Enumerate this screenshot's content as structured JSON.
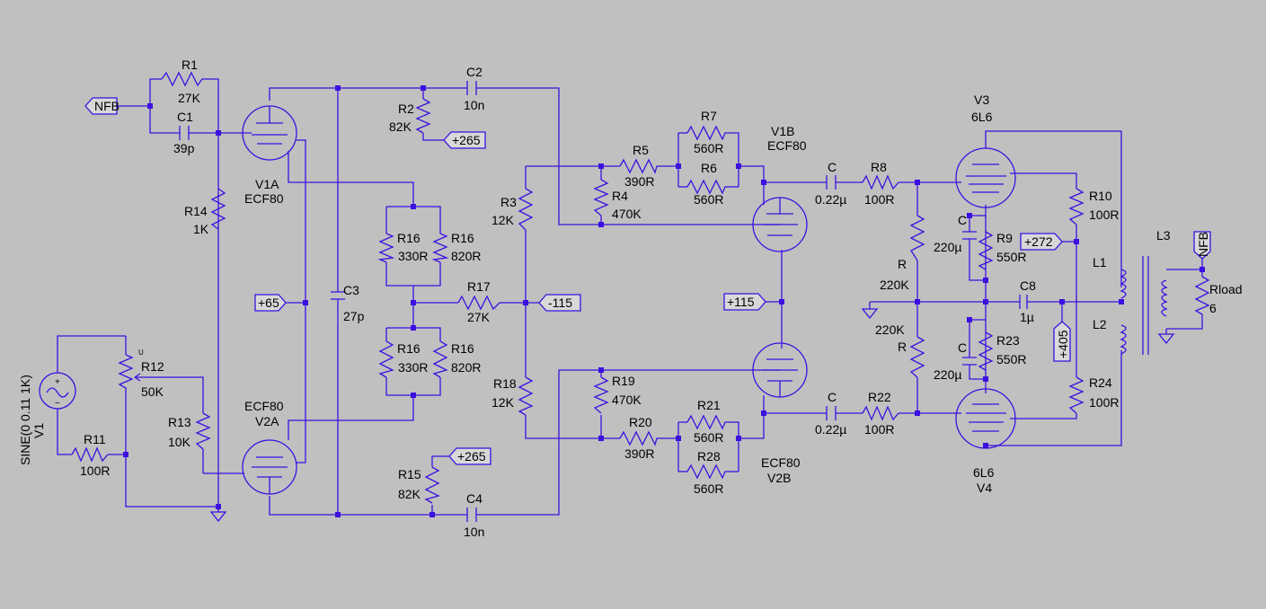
{
  "schematic": {
    "components": [
      {
        "id": "R1",
        "value": "27K"
      },
      {
        "id": "C1",
        "value": "39p"
      },
      {
        "id": "R14",
        "value": "1K"
      },
      {
        "id": "V1A",
        "value": "ECF80"
      },
      {
        "id": "V2A",
        "value": "ECF80",
        "label_first": "value"
      },
      {
        "id": "C2",
        "value": "10n"
      },
      {
        "id": "R2",
        "value": "82K"
      },
      {
        "id": "C3",
        "value": "27p"
      },
      {
        "id": "R16",
        "value": "330R"
      },
      {
        "id": "R16",
        "value": "820R"
      },
      {
        "id": "R17",
        "value": "27K"
      },
      {
        "id": "R16",
        "value": "330R"
      },
      {
        "id": "R16",
        "value": "820R"
      },
      {
        "id": "R15",
        "value": "82K"
      },
      {
        "id": "C4",
        "value": "10n"
      },
      {
        "id": "R12",
        "value": "50K"
      },
      {
        "id": "R13",
        "value": "10K"
      },
      {
        "id": "R11",
        "value": "100R"
      },
      {
        "id": "V1",
        "value": "SINE(0 0.11 1K)"
      },
      {
        "id": "R3",
        "value": "12K"
      },
      {
        "id": "R4",
        "value": "470K"
      },
      {
        "id": "R5",
        "value": "390R"
      },
      {
        "id": "R7",
        "value": "560R"
      },
      {
        "id": "R6",
        "value": "560R"
      },
      {
        "id": "V1B",
        "value": "ECF80"
      },
      {
        "id": "R18",
        "value": "12K"
      },
      {
        "id": "R19",
        "value": "470K"
      },
      {
        "id": "R20",
        "value": "390R"
      },
      {
        "id": "R21",
        "value": "560R"
      },
      {
        "id": "R28",
        "value": "560R"
      },
      {
        "id": "V2B",
        "value": "ECF80",
        "label_first": "value"
      },
      {
        "id": "C",
        "value": "0.22µ"
      },
      {
        "id": "R8",
        "value": "100R"
      },
      {
        "id": "C",
        "value": "0.22µ"
      },
      {
        "id": "R22",
        "value": "100R"
      },
      {
        "id": "R",
        "value": "220K"
      },
      {
        "id": "R",
        "value": "220K",
        "label_first": "value"
      },
      {
        "id": "C",
        "value": "220µ"
      },
      {
        "id": "R9",
        "value": "550R"
      },
      {
        "id": "C",
        "value": "220µ"
      },
      {
        "id": "R23",
        "value": "550R"
      },
      {
        "id": "C8",
        "value": "1µ"
      },
      {
        "id": "V3",
        "value": "6L6"
      },
      {
        "id": "V4",
        "value": "6L6",
        "label_first": "value"
      },
      {
        "id": "R10",
        "value": "100R"
      },
      {
        "id": "R24",
        "value": "100R"
      },
      {
        "id": "L1",
        "value": ""
      },
      {
        "id": "L2",
        "value": ""
      },
      {
        "id": "L3",
        "value": ""
      },
      {
        "id": "Rload",
        "value": "6"
      }
    ],
    "net_flags": [
      "NFB",
      "+265",
      "+265",
      "+65",
      "-115",
      "+115",
      "+272",
      "+405",
      "NFB"
    ],
    "small_marks": {
      "pot_wiper": "U"
    },
    "colors": {
      "background": "#c0c0c0",
      "wire": "#3b10e0",
      "text": "#000000",
      "flag_fill": "#d8d8d8"
    }
  }
}
